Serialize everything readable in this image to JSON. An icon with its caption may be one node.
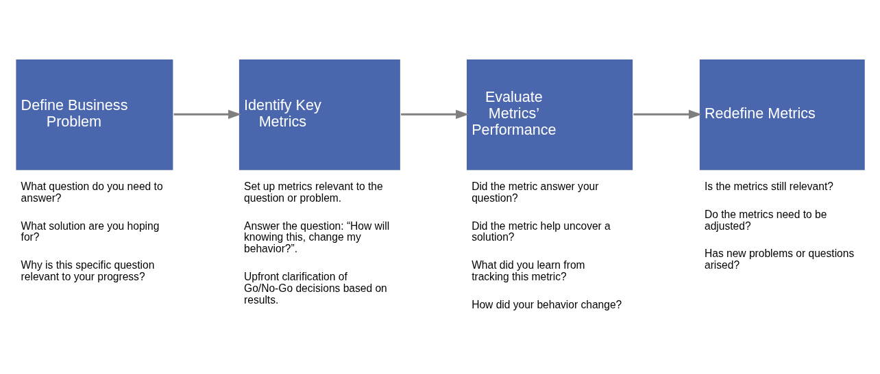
{
  "diagram": {
    "nodes": [
      {
        "text": [
          "Define Business Problem"
        ],
        "beside": [
          "What question do you need to answer?",
          "What solution are you hoping for?",
          "Why is this specific question relevant to your progress?"
        ]
      },
      {
        "text": [
          "Identify Key Metrics"
        ],
        "beside": [
          "Set up metrics relevant to the question or problem.",
          "Answer the question: “How will knowing this, change my behavior?”.",
          "Upfront clarification of Go/No-Go decisions based on results."
        ]
      },
      {
        "text": [
          "Evaluate Metrics’ Performance"
        ],
        "beside": [
          "Did the metric answer your question?",
          "Did the metric help uncover a solution?",
          "What did you learn from tracking this metric?",
          "How did your behavior change?"
        ]
      },
      {
        "text": [
          "Redefine Metrics"
        ],
        "beside": [
          "Is the metrics still relevant?",
          "Do the metrics need to be adjusted?",
          "Has new problems or questions arised?"
        ]
      }
    ],
    "edges": [
      {
        "from": 0,
        "to": 1,
        "arrow": "to"
      },
      {
        "from": 1,
        "to": 2,
        "arrow": "to"
      },
      {
        "from": 2,
        "to": 3,
        "arrow": "to"
      }
    ]
  }
}
